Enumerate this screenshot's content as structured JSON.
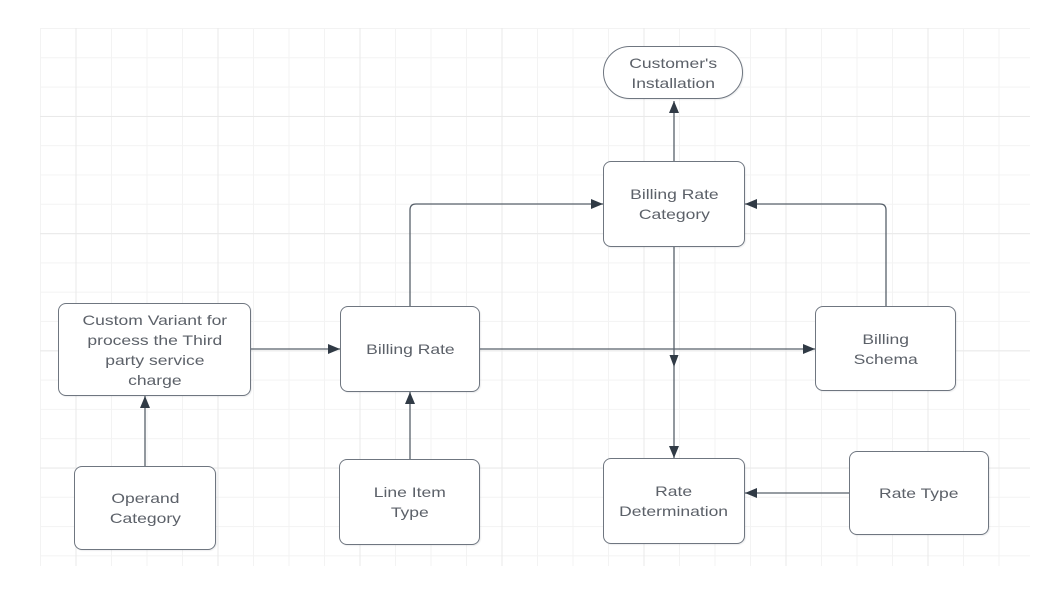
{
  "diagram": {
    "background_color": "#ffffff",
    "grid_minor_color": "#f3f3f3",
    "grid_major_color": "#e9e9e9",
    "node_fill_color": "#ffffff",
    "node_border_color": "#6f7680",
    "text_color": "#5c6169",
    "edge_line_color": "#57606a",
    "arrowhead_color": "#303a45"
  },
  "nodes": [
    {
      "id": "customers-installation",
      "shape": "terminator",
      "label": "Customer's\nInstallation"
    },
    {
      "id": "billing-rate-category",
      "shape": "rectangle",
      "label": "Billing Rate\nCategory"
    },
    {
      "id": "custom-variant",
      "shape": "rectangle",
      "label": "Custom Variant for\nprocess the Third\nparty service\ncharge"
    },
    {
      "id": "billing-rate",
      "shape": "rectangle",
      "label": "Billing Rate"
    },
    {
      "id": "billing-schema",
      "shape": "rectangle",
      "label": "Billing\nSchema"
    },
    {
      "id": "operand-category",
      "shape": "rectangle",
      "label": "Operand\nCategory"
    },
    {
      "id": "line-item-type",
      "shape": "rectangle",
      "label": "Line Item\nType"
    },
    {
      "id": "rate-determination",
      "shape": "rectangle",
      "label": "Rate\nDetermination"
    },
    {
      "id": "rate-type",
      "shape": "rectangle",
      "label": "Rate Type"
    }
  ],
  "edges": [
    {
      "from": "operand-category",
      "to": "custom-variant"
    },
    {
      "from": "custom-variant",
      "to": "billing-rate"
    },
    {
      "from": "line-item-type",
      "to": "billing-rate"
    },
    {
      "from": "billing-rate",
      "to": "billing-rate-category"
    },
    {
      "from": "billing-rate",
      "to": "billing-schema"
    },
    {
      "from": "billing-schema",
      "to": "billing-rate-category"
    },
    {
      "from": "billing-rate-category",
      "to": "customers-installation"
    },
    {
      "from": "billing-rate-category",
      "to": "rate-determination"
    },
    {
      "from": "rate-type",
      "to": "rate-determination"
    }
  ]
}
